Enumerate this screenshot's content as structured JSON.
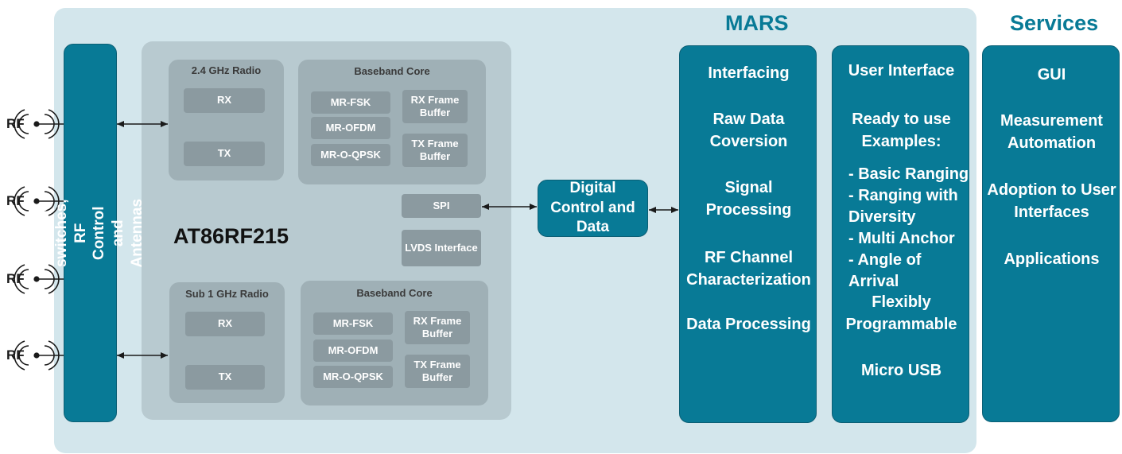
{
  "headers": {
    "mars": "MARS",
    "services": "Services"
  },
  "rf": {
    "labels": [
      "RF",
      "RF",
      "RF",
      "RF"
    ]
  },
  "antenna_bar": {
    "label": "Antenna switches, RF Control and Antennas"
  },
  "chip": {
    "name": "AT86RF215",
    "radio_24": {
      "title": "2.4 GHz Radio",
      "rx": "RX",
      "tx": "TX"
    },
    "radio_sub1": {
      "title": "Sub 1 GHz Radio",
      "rx": "RX",
      "tx": "TX"
    },
    "baseband_top": {
      "title": "Baseband Core",
      "mr_fsk": "MR-FSK",
      "mr_ofdm": "MR-OFDM",
      "mr_oqpsk": "MR-O-QPSK",
      "rx_frame": "RX Frame Buffer",
      "tx_frame": "TX Frame Buffer"
    },
    "baseband_bottom": {
      "title": "Baseband Core",
      "mr_fsk": "MR-FSK",
      "mr_ofdm": "MR-OFDM",
      "mr_oqpsk": "MR-O-QPSK",
      "rx_frame": "RX Frame Buffer",
      "tx_frame": "TX Frame Buffer"
    },
    "spi": "SPI",
    "lvds": "LVDS Interface"
  },
  "digital_control": "Digital Control and Data",
  "mars_col1": {
    "items": [
      "Interfacing",
      "Raw Data Coversion",
      "Signal Processing",
      "RF Channel Characterization",
      "Data Processing"
    ]
  },
  "mars_col2": {
    "title": "User Interface",
    "examples_title": "Ready to use Examples:",
    "examples": [
      "- Basic Ranging",
      "- Ranging with Diversity",
      "- Multi Anchor",
      "- Angle of Arrival"
    ],
    "flex": "Flexibly Programmable",
    "usb": "Micro USB"
  },
  "services": {
    "items": [
      "GUI",
      "Measurement Automation",
      "Adoption to User Interfaces",
      "Applications"
    ]
  }
}
